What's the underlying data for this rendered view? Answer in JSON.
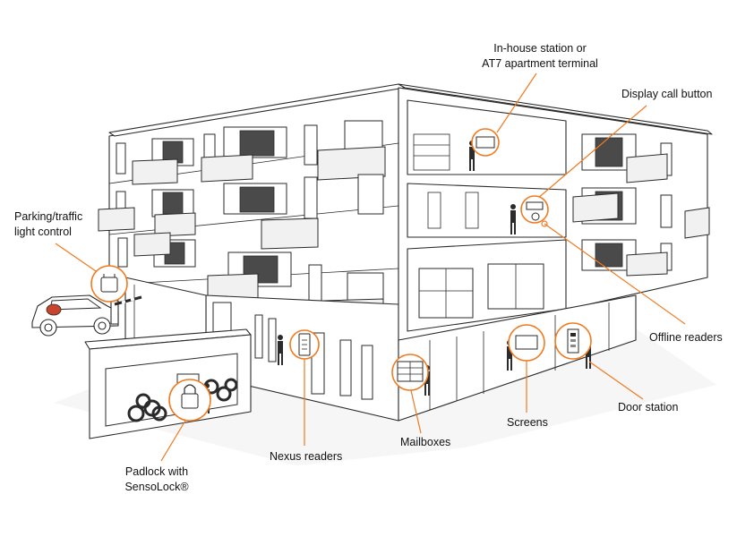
{
  "labels": {
    "in_house_station": [
      "In-house station or",
      "AT7 apartment terminal"
    ],
    "display_call_button": "Display call button",
    "parking": [
      "Parking/traffic",
      "light control"
    ],
    "offline_readers": "Offline readers",
    "door_station": "Door station",
    "screens": "Screens",
    "mailboxes": "Mailboxes",
    "nexus_readers": "Nexus readers",
    "padlock": [
      "Padlock with",
      "SensoLock®"
    ]
  },
  "colors": {
    "accent": "#f07a1f",
    "line": "#2a2a2a",
    "text": "#111111"
  },
  "icons": [
    "apartment-building-illustration",
    "car-icon",
    "barrier-gate-icon",
    "parking-controller-icon",
    "padlock-icon",
    "bicycle-icon",
    "door-reader-icon",
    "mailbox-icon",
    "screen-icon",
    "door-station-icon",
    "in-house-station-icon",
    "call-button-icon",
    "offline-reader-icon",
    "person-icon"
  ]
}
